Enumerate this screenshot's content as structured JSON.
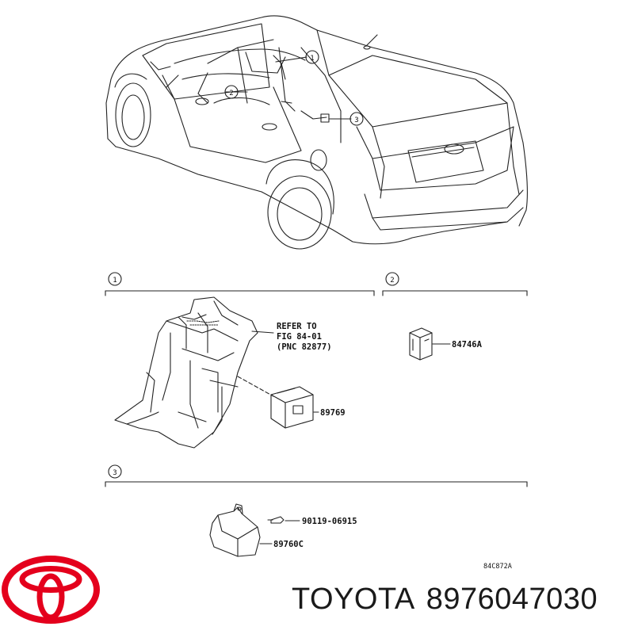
{
  "diagram": {
    "callouts": [
      "1",
      "2",
      "3"
    ],
    "sections": [
      {
        "index": "1"
      },
      {
        "index": "2"
      },
      {
        "index": "3"
      }
    ],
    "refer_note": [
      "REFER TO",
      "FIG 84-01",
      "(PNC 82877)"
    ],
    "parts": {
      "p89769": "89769",
      "p84746a": "84746A",
      "p9011906915": "90119-06915",
      "p89760c": "89760C"
    },
    "figure_code": "84C872A"
  },
  "footer": {
    "brand": "TOYOTA",
    "part_number": "8976047030",
    "logo_color": "#e4001c"
  }
}
